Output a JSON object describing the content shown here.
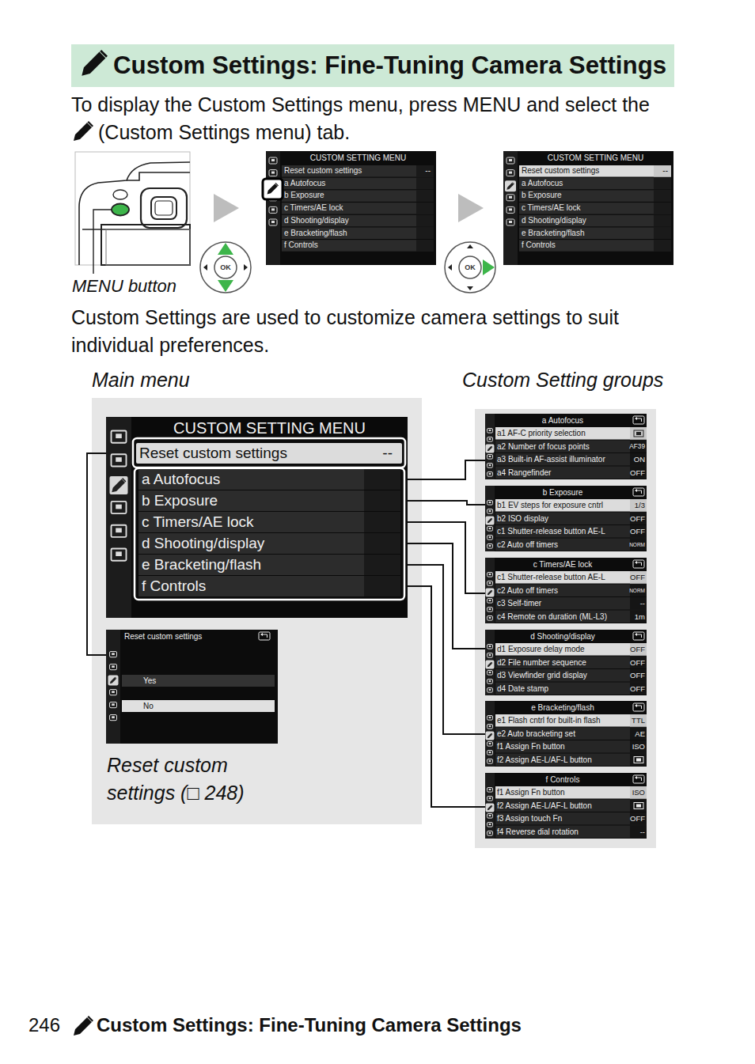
{
  "diagram": {
    "title": "Custom Settings: Fine-Tuning Camera Settings",
    "nodes": [
      {
        "text": [
          "CUSTOM SETTING MENU",
          "Reset custom settings",
          "--",
          "a Autofocus",
          "b Exposure",
          "c Timers/AE lock",
          "d Shooting/display",
          "e Bracketing/flash",
          "f Controls"
        ]
      },
      {
        "text": [
          "CUSTOM SETTING MENU",
          "Reset custom settings",
          "--",
          "a Autofocus",
          "b Exposure",
          "c Timers/AE lock",
          "d Shooting/display",
          "e Bracketing/flash",
          "f Controls"
        ]
      },
      {
        "text": [
          "CUSTOM SETTING MENU"
        ]
      },
      {
        "text": [
          "Reset custom settings",
          "--"
        ],
        "in": 2
      },
      {
        "text": [
          "a Autofocus"
        ],
        "in": 2
      },
      {
        "text": [
          "b Exposure"
        ],
        "in": 2
      },
      {
        "text": [
          "c Timers/AE lock"
        ],
        "in": 2
      },
      {
        "text": [
          "d Shooting/display"
        ],
        "in": 2
      },
      {
        "text": [
          "e Bracketing/flash"
        ],
        "in": 2
      },
      {
        "text": [
          "f Controls"
        ],
        "in": 2
      },
      {
        "text": [
          "Reset custom settings",
          "Yes",
          "No"
        ]
      },
      {
        "text": [
          "a Autofocus",
          "a1 AF-C priority selection",
          "a2 Number of focus points",
          "AF39",
          "a3 Built-in AF-assist illuminator",
          "ON",
          "a4 Rangefinder",
          "OFF"
        ]
      },
      {
        "text": [
          "b Exposure",
          "b1 EV steps for exposure cntrl",
          "1/3",
          "b2 ISO display",
          "OFF",
          "c1 Shutter-release button AE-L",
          "OFF",
          "c2 Auto off timers",
          "NORM"
        ]
      },
      {
        "text": [
          "c Timers/AE lock",
          "c1 Shutter-release button AE-L",
          "OFF",
          "c2 Auto off timers",
          "NORM",
          "c3 Self-timer",
          "--",
          "c4 Remote on duration (ML-L3)",
          "1m"
        ]
      },
      {
        "text": [
          "d Shooting/display",
          "d1 Exposure delay mode",
          "OFF",
          "d2 File number sequence",
          "OFF",
          "d3 Viewfinder grid display",
          "OFF",
          "d4 Date stamp",
          "OFF"
        ]
      },
      {
        "text": [
          "e Bracketing/flash",
          "e1 Flash cntrl for built-in flash",
          "TTL",
          "e2 Auto bracketing set",
          "AE",
          "f1 Assign Fn button",
          "ISO",
          "f2 Assign AE-L/AF-L button"
        ]
      },
      {
        "text": [
          "f Controls",
          "f1 Assign Fn button",
          "ISO",
          "f2 Assign AE-L/AF-L button",
          "f3 Assign touch Fn",
          "OFF",
          "f4 Reverse dial rotation",
          "--"
        ]
      }
    ],
    "edges": [
      {
        "from": 3,
        "to": 10,
        "arrow": "none"
      },
      {
        "from": 4,
        "to": 11,
        "arrow": "none"
      },
      {
        "from": 5,
        "to": 12,
        "arrow": "none"
      },
      {
        "from": 6,
        "to": 13,
        "arrow": "none"
      },
      {
        "from": 7,
        "to": 14,
        "arrow": "none"
      },
      {
        "from": 8,
        "to": 15,
        "arrow": "none"
      },
      {
        "from": 9,
        "to": 16,
        "arrow": "none"
      }
    ],
    "labels": [
      "To display the Custom Settings menu, press MENU and select the",
      "(Custom Settings menu) tab.",
      "OK",
      "OK",
      "MENU button",
      "Custom Settings are used to customize camera settings to suit individual preferences.",
      "Main menu",
      "Custom Setting groups",
      "Reset custom settings (□ 248)",
      "246",
      "Custom Settings: Fine-Tuning Camera Settings"
    ]
  }
}
